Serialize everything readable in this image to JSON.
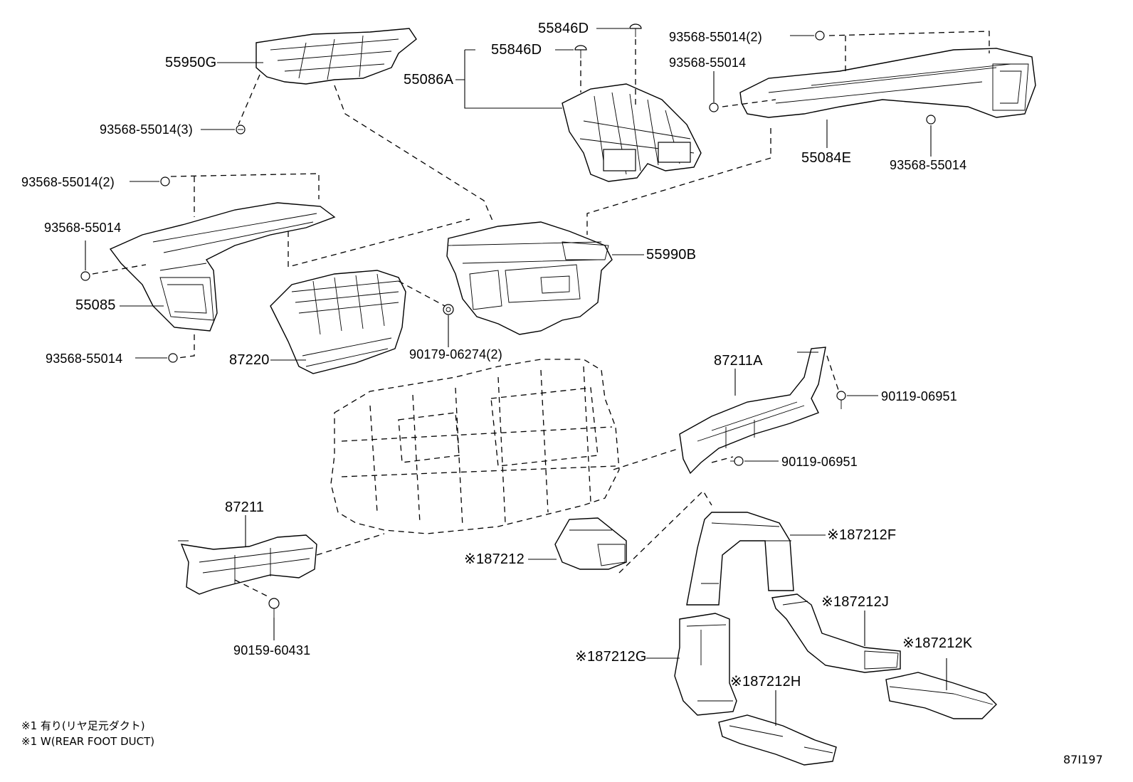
{
  "callouts": {
    "p55950G": "55950G",
    "p93568_3": "93568-55014(3)",
    "p55846D_a": "55846D",
    "p55846D_b": "55846D",
    "p55086A": "55086A",
    "p93568_2_tr": "93568-55014(2)",
    "p93568_tr": "93568-55014",
    "p55084E": "55084E",
    "p93568_r": "93568-55014",
    "p93568_2_l": "93568-55014(2)",
    "p93568_l": "93568-55014",
    "p55085": "55085",
    "p93568_bl": "93568-55014",
    "p87220": "87220",
    "p90179": "90179-06274(2)",
    "p55990B": "55990B",
    "p87211A": "87211A",
    "p90119_a": "90119-06951",
    "p90119_b": "90119-06951",
    "p87211": "87211",
    "p90159": "90159-60431",
    "p87212": "※187212",
    "p87212F": "※187212F",
    "p87212J": "※187212J",
    "p87212K": "※187212K",
    "p87212G": "※187212G",
    "p87212H": "※187212H"
  },
  "notes": {
    "note_jp": "※1 有り(リヤ足元ダクト)",
    "note_en": "※1 W(REAR FOOT DUCT)"
  },
  "reference": "87I197"
}
